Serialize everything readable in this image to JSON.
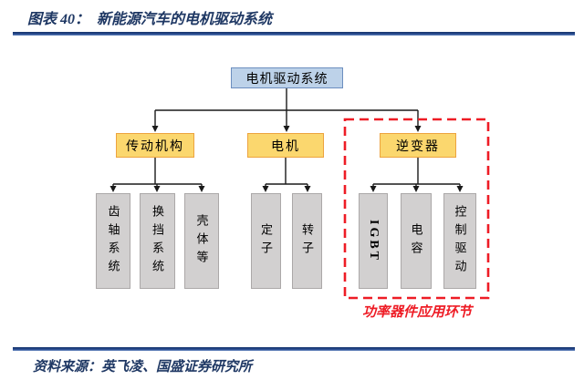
{
  "header": {
    "figure_label": "图表 40：",
    "title": "新能源汽车的电机驱动系统"
  },
  "diagram": {
    "root": {
      "label": "电机驱动系统"
    },
    "level2": [
      {
        "label": "传动机构"
      },
      {
        "label": "电机"
      },
      {
        "label": "逆变器"
      }
    ],
    "transmission_children": [
      {
        "label": "齿轴系统"
      },
      {
        "label": "换挡系统"
      },
      {
        "label": "壳体等"
      }
    ],
    "motor_children": [
      {
        "label": "定子"
      },
      {
        "label": "转子"
      }
    ],
    "inverter_children": [
      {
        "label": "IGBT"
      },
      {
        "label": "电容"
      },
      {
        "label": "控制驱动"
      }
    ],
    "highlight_label": "功率器件应用环节"
  },
  "footer": {
    "source": "资料来源：英飞凌、国盛证券研究所"
  },
  "colors": {
    "title_navy": "#1F3864",
    "rule_blue": "#24478B",
    "root_fill": "#BDD2E9",
    "root_border": "#6C8EBF",
    "level2_fill": "#FBD76E",
    "level2_border": "#EDA33F",
    "leaf_fill": "#D2D0D0",
    "leaf_border": "#ABA8A8",
    "connector_black": "#1A1A1A",
    "highlight_red": "#EE1C25"
  }
}
